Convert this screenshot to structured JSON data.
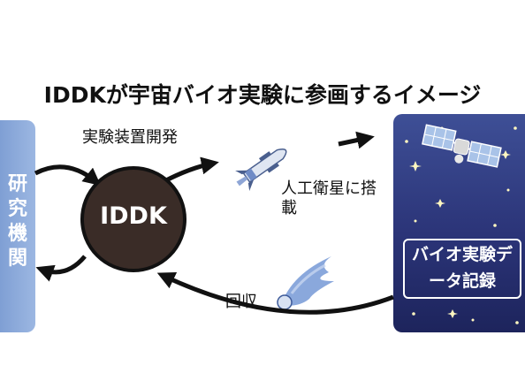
{
  "title": "IDDKが宇宙バイオ実験に参画するイメージ",
  "nodes": {
    "lab": "研究機関",
    "iddk": "IDDK",
    "space_record": "バイオ実験データ記録"
  },
  "edge_labels": {
    "develop": "実験装置開発",
    "satellite": "人工衛星に搭載",
    "recover": "回収"
  },
  "colors": {
    "lab_panel": "#8aa8dc",
    "iddk_fill": "#3a2c27",
    "space_panel": "#2b3478",
    "arrow": "#111111",
    "capsule_trail": "#5f85c8"
  },
  "icons": [
    "rocket-icon",
    "satellite-icon",
    "reentry-capsule-icon",
    "star-icon"
  ]
}
